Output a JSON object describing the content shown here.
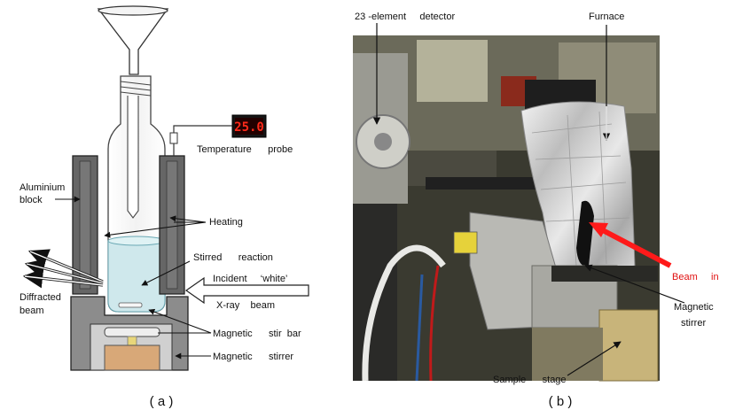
{
  "panel_a": {
    "caption": "( a )",
    "display_value": "25.0",
    "labels": {
      "temperature_probe": "Temperature      probe",
      "aluminium": "Aluminium",
      "block": "block",
      "heating": "Heating",
      "stirred_reaction": "Stirred      reaction",
      "incident_white": "Incident     ‘white’",
      "xray_beam": "X-ray    beam",
      "diffracted": "Diffracted",
      "beam": "beam",
      "stir_bar": "Magnetic      stir  bar",
      "stirrer": "Magnetic      stirrer"
    }
  },
  "panel_b": {
    "caption": "( b )",
    "labels": {
      "detector": "23 -element     detector",
      "furnace": "Furnace",
      "beam_in": "Beam     in",
      "magnetic": "Magnetic",
      "stirrer": "stirrer",
      "sample_stage": "Sample      stage"
    }
  },
  "colors": {
    "block_gray": "#666666",
    "vessel_glass": "#cfe8ec",
    "stirrer_base": "#d8a878",
    "beam_arrow": "#ff1a1a",
    "beam_text": "#e01010"
  }
}
